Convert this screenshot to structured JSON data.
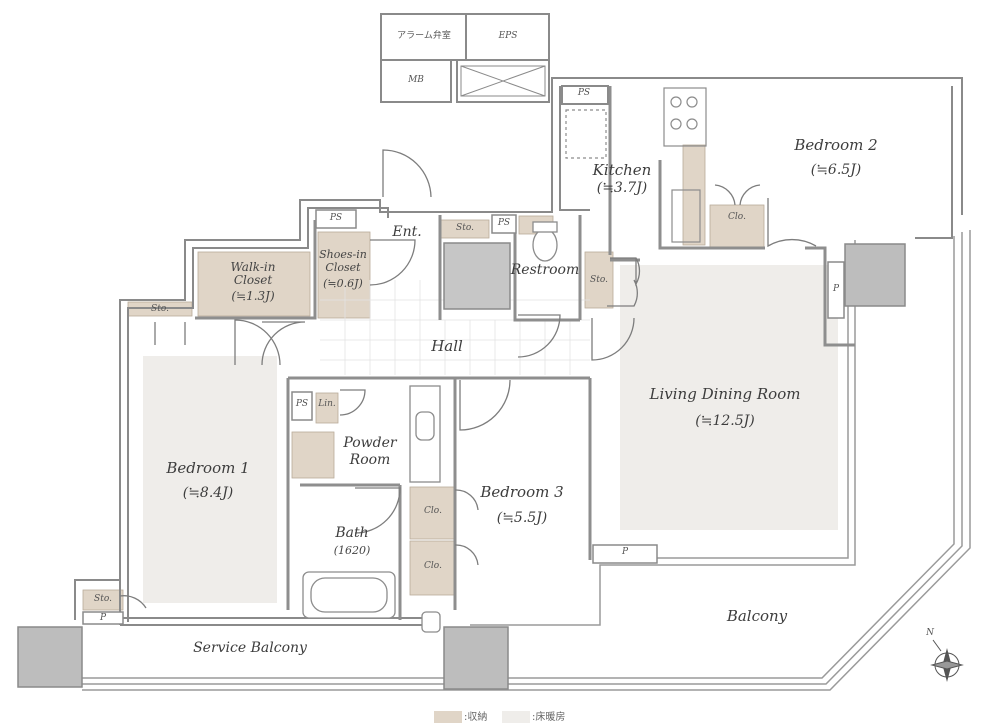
{
  "rooms": {
    "bedroom1": {
      "name": "Bedroom 1",
      "area": "(≒8.4J)"
    },
    "bedroom2": {
      "name": "Bedroom 2",
      "area": "(≒6.5J)"
    },
    "bedroom3": {
      "name": "Bedroom 3",
      "area": "(≒5.5J)"
    },
    "kitchen": {
      "name": "Kitchen",
      "area": "(≒3.7J)"
    },
    "ldr": {
      "name": "Living Dining Room",
      "area": "(≒12.5J)"
    },
    "walkin": {
      "name_l1": "Walk-in",
      "name_l2": "Closet",
      "area": "(≒1.3J)"
    },
    "shoes": {
      "name_l1": "Shoes-in",
      "name_l2": "Closet",
      "area": "(≒0.6J)"
    },
    "restroom": {
      "name": "Restroom"
    },
    "powder": {
      "name_l1": "Powder",
      "name_l2": "Room"
    },
    "bath": {
      "name": "Bath",
      "size": "(1620)"
    },
    "hall": {
      "name": "Hall"
    },
    "entrance": {
      "name": "Ent."
    },
    "balcony": {
      "name": "Balcony"
    },
    "service_balcony": {
      "name": "Service Balcony"
    }
  },
  "tags": {
    "alarm": "アラーム弁室",
    "eps": "EPS",
    "mb": "MB",
    "ps": "PS",
    "sto": "Sto.",
    "clo": "Clo.",
    "lin": "Lin.",
    "p": "P"
  },
  "compass": {
    "label": "N"
  },
  "legend": {
    "storage": ":収納",
    "floor_heating": ":床暖房",
    "storage_color": "#e0d5c7",
    "heating_color": "#efedea"
  }
}
